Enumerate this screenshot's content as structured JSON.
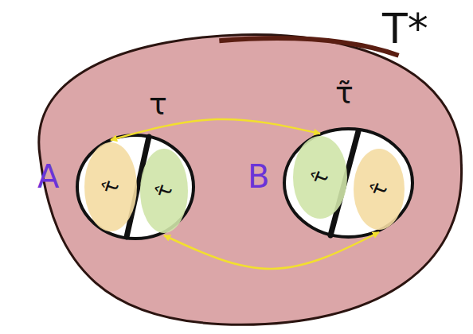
{
  "diagram": {
    "nodes": [
      {
        "text": [
          "T*"
        ]
      },
      {
        "text": [
          "A",
          "τ"
        ],
        "in": 0
      },
      {
        "text": [
          "τ̂"
        ],
        "in": 1
      },
      {
        "text": [
          "τ̂"
        ],
        "in": 1
      },
      {
        "text": [
          "B",
          "τ̃"
        ],
        "in": 0
      },
      {
        "text": [
          "τ̂"
        ],
        "in": 4
      },
      {
        "text": [
          "τ̂"
        ],
        "in": 4
      }
    ],
    "edges": [
      {
        "from": 2,
        "to": 5,
        "arrow": "both"
      },
      {
        "from": 3,
        "to": 6,
        "arrow": "both"
      }
    ]
  }
}
